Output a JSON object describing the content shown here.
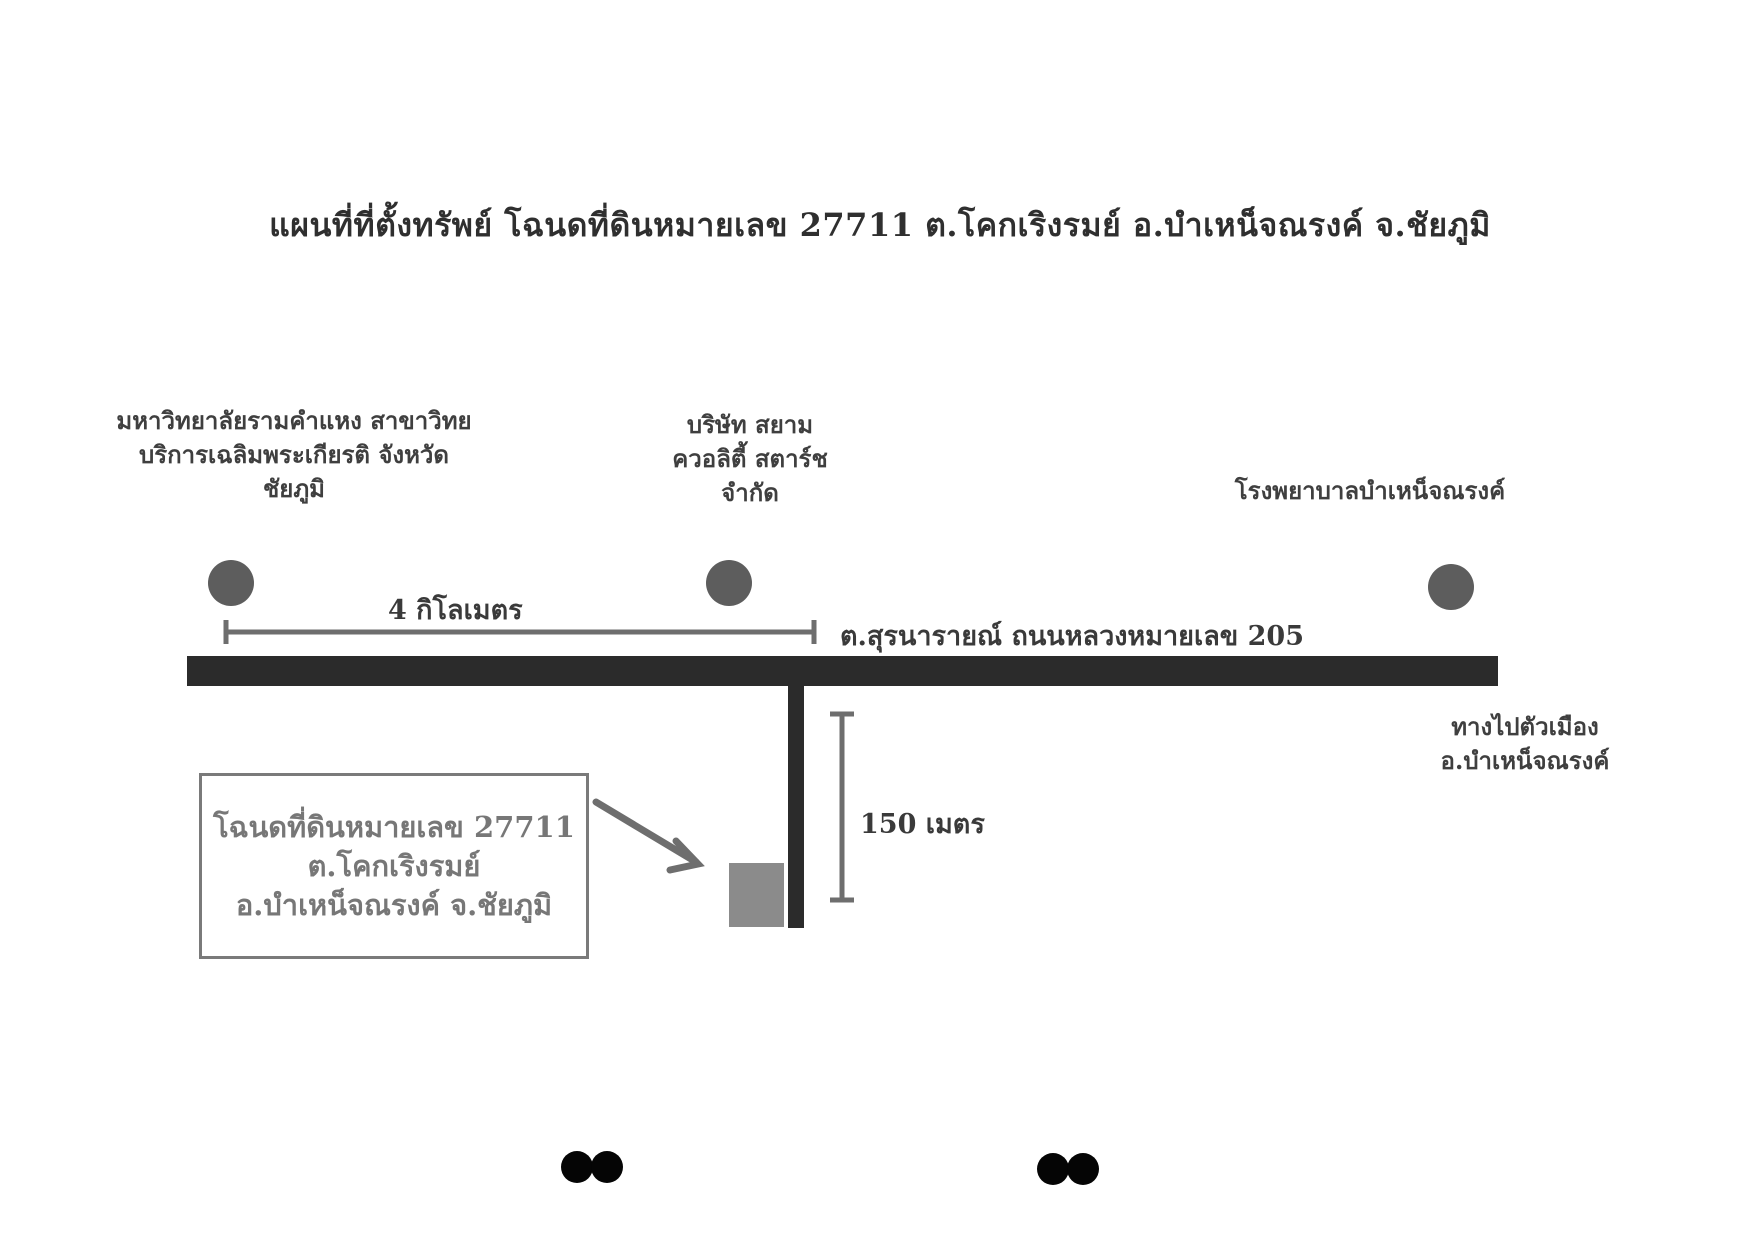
{
  "title": "แผนที่ที่ตั้งทรัพย์ โฉนดที่ดินหมายเลข 27711 ต.โคกเริงรมย์ อ.บำเหน็จณรงค์ จ.ชัยภูมิ",
  "landmarks": [
    {
      "label": "มหาวิทยาลัยรามคำแหง สาขาวิทย\nบริการเฉลิมพระเกียรติ จังหวัด\nชัยภูมิ"
    },
    {
      "label": "บริษัท สยาม\nควอลิตี้ สตาร์ช\nจำกัด"
    },
    {
      "label": "โรงพยาบาลบำเหน็จณรงค์"
    }
  ],
  "road_label": "ต.สุรนารายณ์ ถนนหลวงหมายเลข 205",
  "distance_horizontal": "4 กิโลเมตร",
  "distance_vertical": "150 เมตร",
  "direction_label": "ทางไปตัวเมือง\nอ.บำเหน็จณรงค์",
  "plot_label": "โฉนดที่ดินหมายเลข 27711\nต.โคกเริงรมย์\nอ.บำเหน็จณรงค์ จ.ชัยภูมิ",
  "colors": {
    "road": "#2b2b2b",
    "marker": "#5d5d5d",
    "scale_line": "#6e6e6e",
    "plot": "#8b8b8b",
    "box_border": "#7a7a7a"
  }
}
